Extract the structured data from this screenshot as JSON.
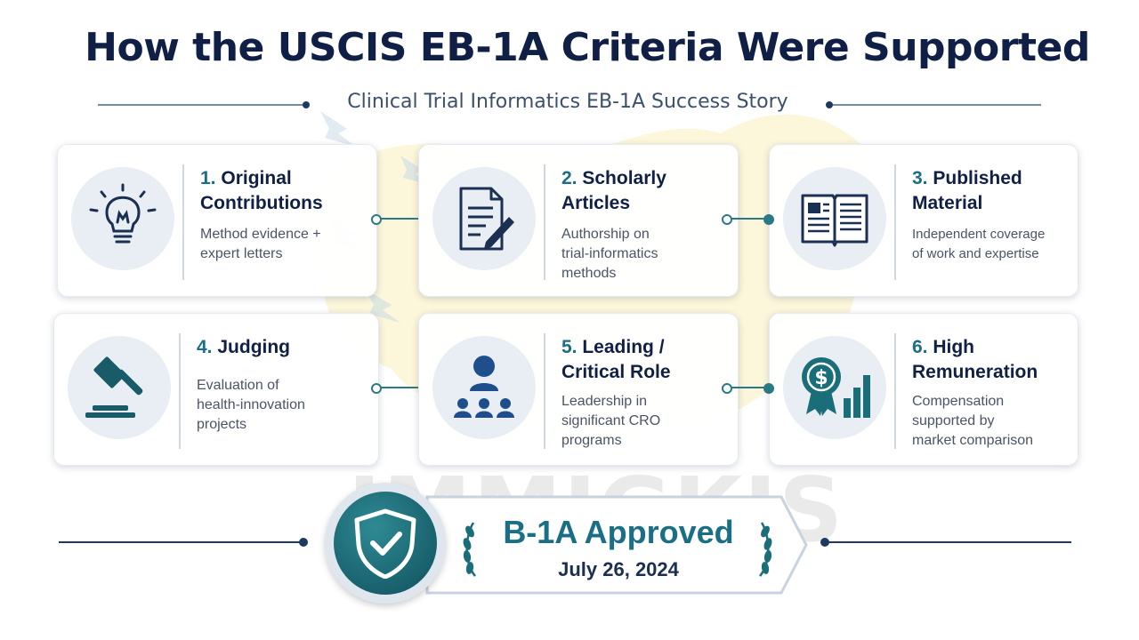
{
  "title": "How the USCIS EB-1A Criteria Were Supported",
  "subtitle": "Clinical Trial Informatics EB-1A Success Story",
  "watermark": "IMMIGKIS",
  "criteria": [
    {
      "number": "1.",
      "title_line1": "Original",
      "title_line2": "Contributions",
      "desc_line1": "Method evidence +",
      "desc_line2": "expert letters",
      "desc_line3": "",
      "icon": "lightbulb-icon"
    },
    {
      "number": "2.",
      "title_line1": "Scholarly",
      "title_line2": "Articles",
      "desc_line1": "Authorship on",
      "desc_line2": "trial-informatics",
      "desc_line3": "methods",
      "icon": "document-pen-icon"
    },
    {
      "number": "3.",
      "title_line1": "Published",
      "title_line2": "Material",
      "desc_line1": "Independent coverage",
      "desc_line2": "of work and expertise",
      "desc_line3": "",
      "icon": "open-book-icon"
    },
    {
      "number": "4.",
      "title_line1": "Judging",
      "title_line2": "",
      "desc_line1": "Evaluation of",
      "desc_line2": "health-innovation",
      "desc_line3": "projects",
      "icon": "gavel-icon"
    },
    {
      "number": "5.",
      "title_line1": "Leading /",
      "title_line2": "Critical Role",
      "desc_line1": "Leadership in",
      "desc_line2": "significant CRO",
      "desc_line3": "programs",
      "icon": "team-hierarchy-icon"
    },
    {
      "number": "6.",
      "title_line1": "High",
      "title_line2": "Remuneration",
      "desc_line1": "Compensation",
      "desc_line2": "supported by",
      "desc_line3": "market comparison",
      "icon": "dollar-medal-chart-icon"
    }
  ],
  "banner": {
    "approved": "B-1A Approved",
    "date": "July 26, 2024",
    "icon": "shield-check-icon"
  },
  "colors": {
    "navy": "#0f1f45",
    "teal": "#1a6e86",
    "map": "#fbf3cf"
  }
}
